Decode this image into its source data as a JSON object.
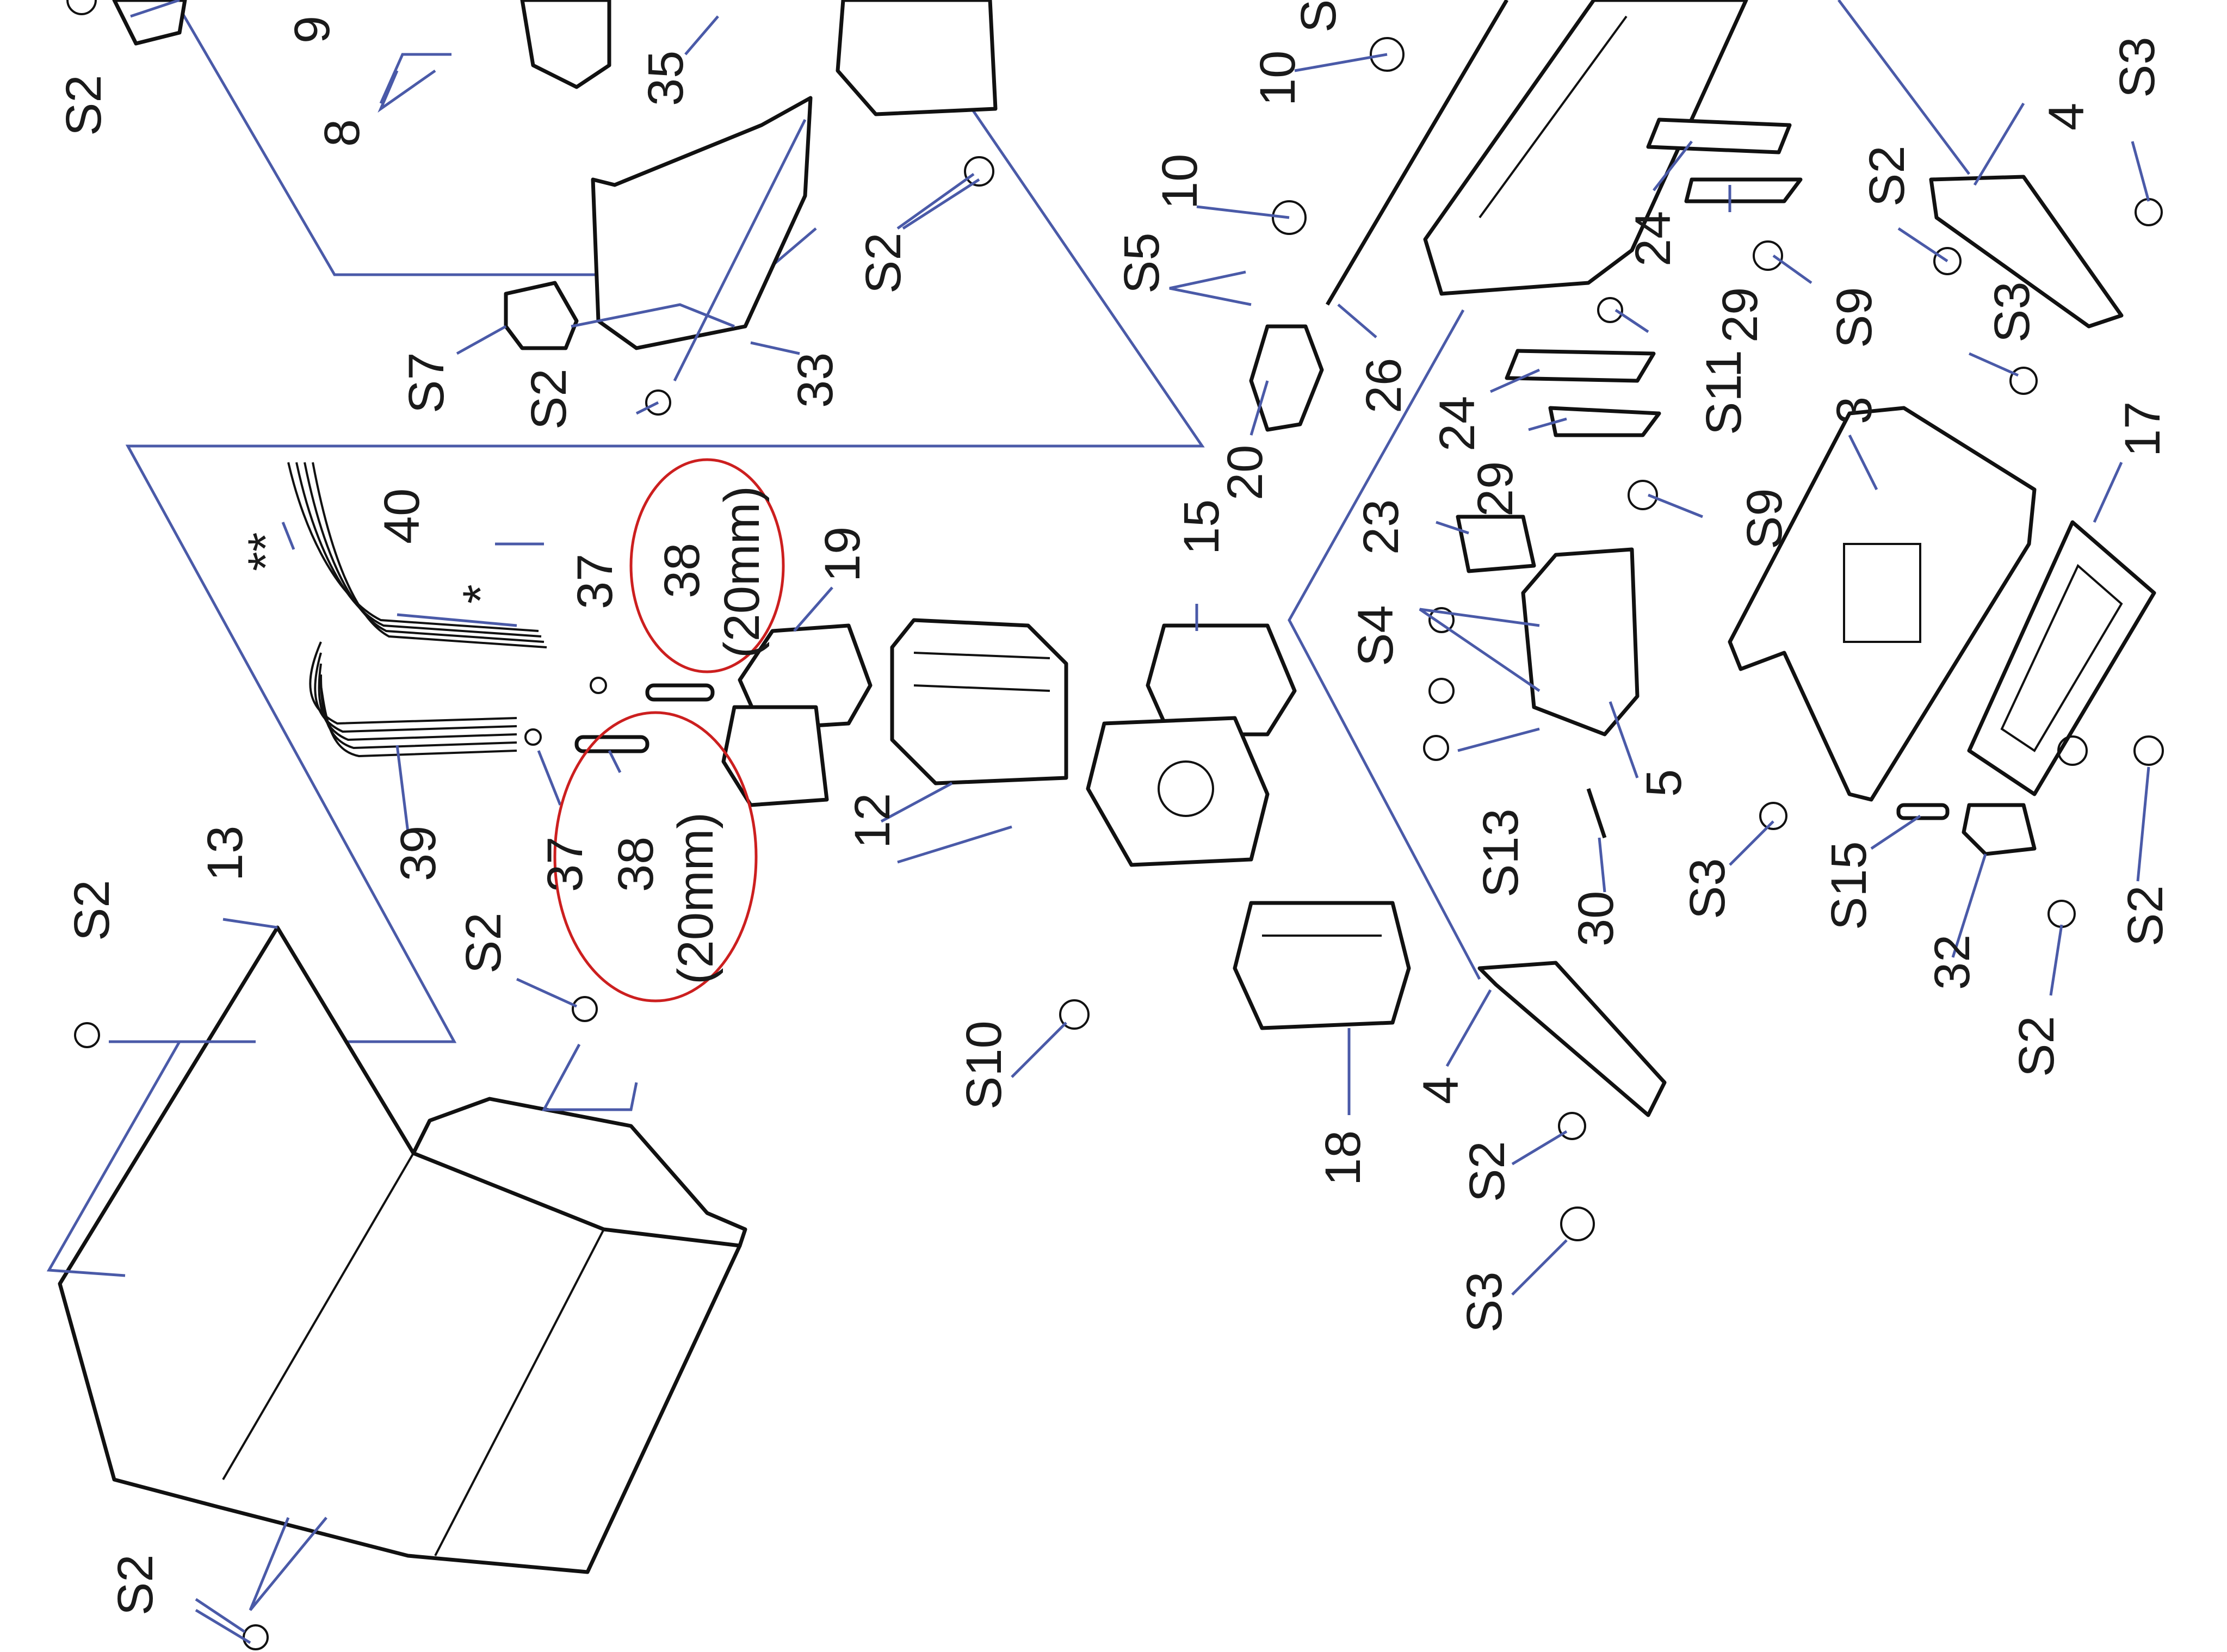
{
  "diagram": {
    "labels": [
      {
        "id": "s2-tl",
        "text": "S2"
      },
      {
        "id": "9",
        "text": "9"
      },
      {
        "id": "8",
        "text": "8"
      },
      {
        "id": "35",
        "text": "35"
      },
      {
        "id": "s2-a",
        "text": "S2"
      },
      {
        "id": "s7",
        "text": "S7"
      },
      {
        "id": "s2-b",
        "text": "S2"
      },
      {
        "id": "33",
        "text": "33"
      },
      {
        "id": "s5-top",
        "text": "S"
      },
      {
        "id": "10a",
        "text": "10"
      },
      {
        "id": "10b",
        "text": "10"
      },
      {
        "id": "s5",
        "text": "S5"
      },
      {
        "id": "26",
        "text": "26"
      },
      {
        "id": "20",
        "text": "20"
      },
      {
        "id": "24a",
        "text": "24"
      },
      {
        "id": "29a",
        "text": "29"
      },
      {
        "id": "s9a",
        "text": "S9"
      },
      {
        "id": "s11",
        "text": "S11"
      },
      {
        "id": "24b",
        "text": "24"
      },
      {
        "id": "29b",
        "text": "29"
      },
      {
        "id": "s9b",
        "text": "S9"
      },
      {
        "id": "s2-c",
        "text": "S2"
      },
      {
        "id": "4a",
        "text": "4"
      },
      {
        "id": "s3-a",
        "text": "S3"
      },
      {
        "id": "s3-b",
        "text": "S3"
      },
      {
        "id": "3",
        "text": "3"
      },
      {
        "id": "17",
        "text": "17"
      },
      {
        "id": "40",
        "text": "40"
      },
      {
        "id": "dstar",
        "text": "**"
      },
      {
        "id": "star",
        "text": "*"
      },
      {
        "id": "37a",
        "text": "37"
      },
      {
        "id": "38a",
        "text": "38"
      },
      {
        "id": "20mm-a",
        "text": "(20mm)"
      },
      {
        "id": "19",
        "text": "19"
      },
      {
        "id": "15",
        "text": "15"
      },
      {
        "id": "23",
        "text": "23"
      },
      {
        "id": "s4",
        "text": "S4"
      },
      {
        "id": "5",
        "text": "5"
      },
      {
        "id": "s13",
        "text": "S13"
      },
      {
        "id": "30",
        "text": "30"
      },
      {
        "id": "s3-c",
        "text": "S3"
      },
      {
        "id": "s15",
        "text": "S15"
      },
      {
        "id": "32",
        "text": "32"
      },
      {
        "id": "s2-d",
        "text": "S2"
      },
      {
        "id": "s2-e",
        "text": "S2"
      },
      {
        "id": "39",
        "text": "39"
      },
      {
        "id": "37b",
        "text": "37"
      },
      {
        "id": "38b",
        "text": "38"
      },
      {
        "id": "20mm-b",
        "text": "(20mm)"
      },
      {
        "id": "12",
        "text": "12"
      },
      {
        "id": "13",
        "text": "13"
      },
      {
        "id": "s2-f",
        "text": "S2"
      },
      {
        "id": "s2-g",
        "text": "S2"
      },
      {
        "id": "s10",
        "text": "S10"
      },
      {
        "id": "18",
        "text": "18"
      },
      {
        "id": "4b",
        "text": "4"
      },
      {
        "id": "s2-h",
        "text": "S2"
      },
      {
        "id": "s3-d",
        "text": "S3"
      },
      {
        "id": "s2-i",
        "text": "S2"
      }
    ]
  }
}
